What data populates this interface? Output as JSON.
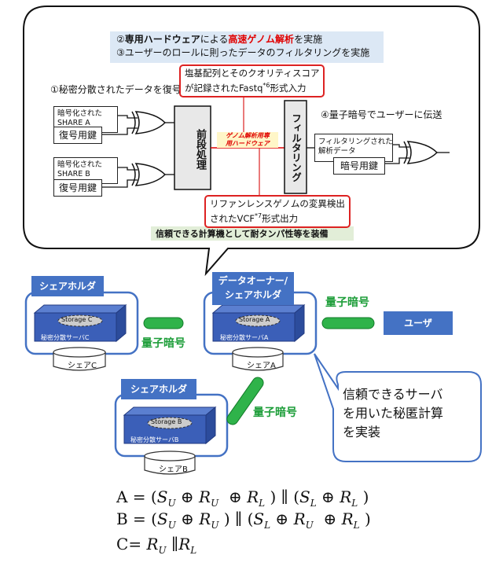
{
  "top_panel": {
    "step2_prefix": "②",
    "step2_bold": "専用ハードウェア",
    "step2_mid": "による",
    "step2_red": "高速ゲノム解析",
    "step2_suffix": "を実施",
    "step3": "③ユーザーのロールに則ったデータのフィルタリングを実施",
    "step1": "①秘密分散されたデータを復号",
    "step4": "④量子暗号でユーザーに伝送",
    "input_callout_line1": "塩基配列とそのクオリティスコア",
    "input_callout_line2": "が記録されたFastq",
    "input_callout_sup": "*6",
    "input_callout_line2_end": "形式入力",
    "output_callout_line1": "リファンレンスゲノムの変異検出",
    "output_callout_line2": "されたVCF",
    "output_callout_sup": "*7",
    "output_callout_line2_end": "形式出力",
    "share_a_line1": "暗号化された",
    "share_a_line2": "SHARE A",
    "share_b_line1": "暗号化された",
    "share_b_line2": "SHARE B",
    "decrypt_key_a": "復号用鍵",
    "decrypt_key_b": "復号用鍵",
    "preprocess": "前段処理",
    "genome_hw_line1": "ゲノム解析用専",
    "genome_hw_line2": "用ハードウェア",
    "filtering": "フィルタリング",
    "filtered_line1": "フィルタリングされた",
    "filtered_line2": "解析データ",
    "encrypt_key": "暗号用鍵",
    "footer": "信頼できる計算機として耐タンパ性等を装備"
  },
  "nodes": {
    "server_c": {
      "role": "シェアホルダ",
      "storage": "Storage C",
      "server": "秘密分散サーバC",
      "share": "シェアC"
    },
    "server_a": {
      "role_line1": "データオーナー/",
      "role_line2": "シェアホルダ",
      "storage": "Storage A",
      "server": "秘密分散サーバA",
      "share": "シェアA"
    },
    "server_b": {
      "role": "シェアホルダ",
      "storage": "Storage B",
      "server": "秘密分散サーバB",
      "share": "シェアB"
    },
    "user": "ユーザ"
  },
  "links": {
    "quantum_ca": "量子暗号",
    "quantum_au": "量子暗号",
    "quantum_ab": "量子暗号"
  },
  "balloon": {
    "line1": "信頼できるサーバ",
    "line2": "を用いた秘匿計算",
    "line3": "を実装"
  },
  "formulas": {
    "a": {
      "lhs": "A",
      "text": "A = (S_U ⊕ R_U ⊕ R_L) ∥ (S_L ⊕ R_L)"
    },
    "b": {
      "lhs": "B",
      "text": "B = (S_U ⊕ R_U) ∥ (S_L ⊕ R_U ⊕ R_L)"
    },
    "c": {
      "lhs": "C",
      "text": "C= R_U ∥R_L"
    }
  },
  "colors": {
    "server_blue": "#3b5fb8",
    "label_blue": "#4472c4",
    "quantum_green": "#1e9e3a",
    "callout_red": "#d22222",
    "header_bg": "#dce8f5"
  }
}
